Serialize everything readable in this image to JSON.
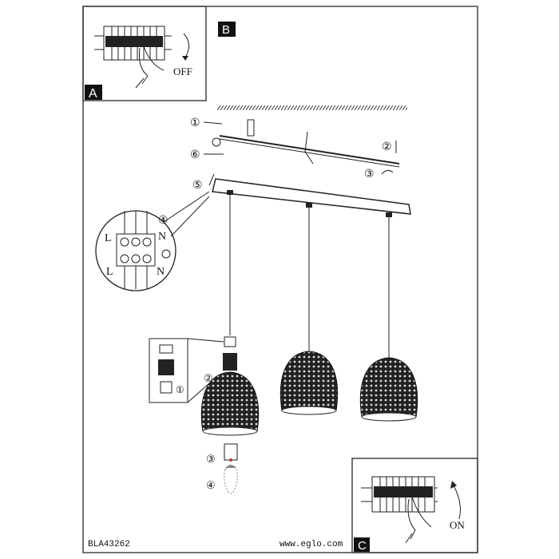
{
  "panels": {
    "a_label": "A",
    "b_label": "B",
    "c_label": "C"
  },
  "switch_off_label": "OFF",
  "switch_on_label": "ON",
  "wiring": {
    "top_left": "L",
    "top_right": "N",
    "bottom_left": "L",
    "bottom_right": "N"
  },
  "steps": {
    "s1": "①",
    "s2": "②",
    "s3": "③",
    "s4": "④",
    "s5": "⑤",
    "s6": "⑥"
  },
  "bulb_steps": {
    "s1": "①",
    "s2": "②",
    "s3": "③",
    "s4": "④"
  },
  "footer": {
    "model": "BLA43262",
    "website": "www.eglo.com"
  },
  "colors": {
    "line": "#222222",
    "accent": "#c0392b"
  }
}
